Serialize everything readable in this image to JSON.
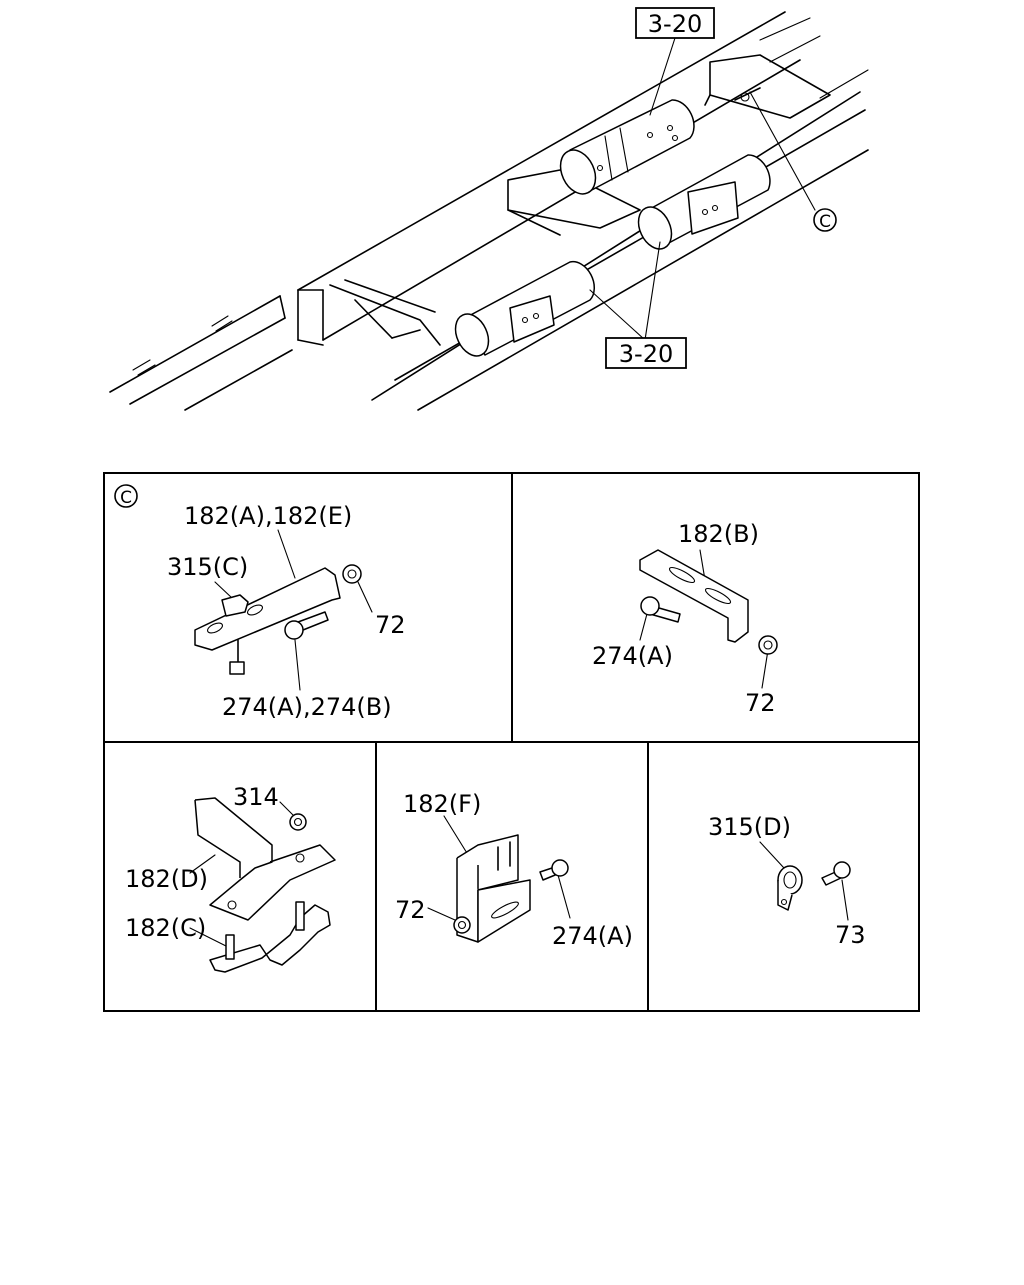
{
  "overview": {
    "ref_top": "3-20",
    "ref_bottom": "3-20",
    "callout": "C"
  },
  "panels": {
    "c": {
      "marker": "C",
      "label_bracket": "182(A),182(E)",
      "label_clip": "315(C)",
      "label_nut": "72",
      "label_bolt": "274(A),274(B)"
    },
    "b": {
      "label_bracket": "182(B)",
      "label_bolt": "274(A)",
      "label_nut": "72"
    },
    "d": {
      "label_nut": "314",
      "label_upper": "182(D)",
      "label_lower": "182(C)"
    },
    "f": {
      "label_bracket": "182(F)",
      "label_nut": "72",
      "label_bolt": "274(A)"
    },
    "g": {
      "label_clip": "315(D)",
      "label_bolt": "73"
    }
  }
}
